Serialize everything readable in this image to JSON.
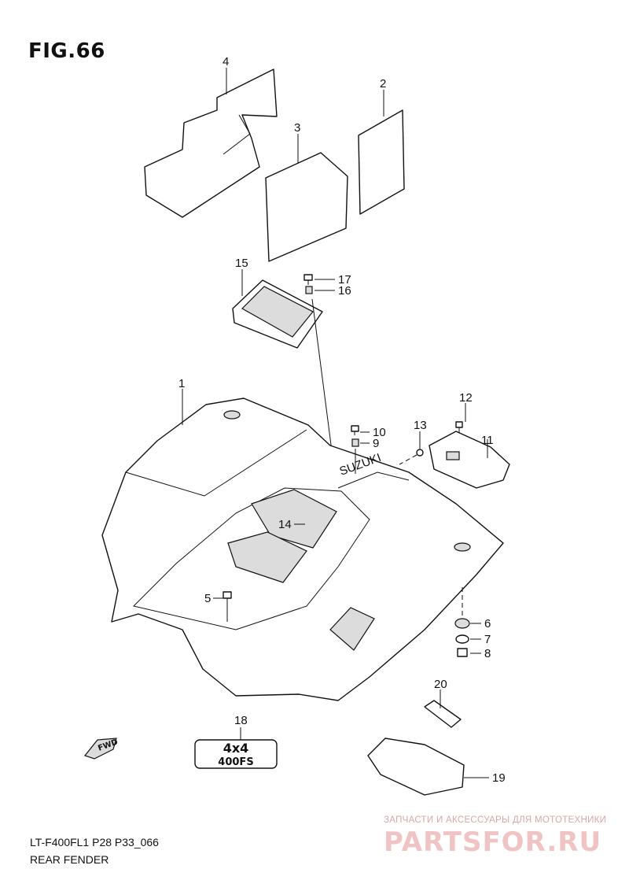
{
  "figure": {
    "title": "FIG.66"
  },
  "footer": {
    "model_code": "LT-F400FL1 P28 P33_066",
    "section_name": "REAR FENDER"
  },
  "watermark": {
    "tagline": "ЗАПЧАСТИ И АКСЕССУАРЫ ДЛЯ МОТОТЕХНИКИ",
    "brand": "PARTSFOR.RU"
  },
  "decals": {
    "fwd": "FWD",
    "emblem_line1": "4x4",
    "emblem_line2": "400FS",
    "logo": "SUZUKI"
  },
  "parts": [
    {
      "no": "1"
    },
    {
      "no": "2"
    },
    {
      "no": "3"
    },
    {
      "no": "4"
    },
    {
      "no": "5"
    },
    {
      "no": "6"
    },
    {
      "no": "7"
    },
    {
      "no": "8"
    },
    {
      "no": "9"
    },
    {
      "no": "10"
    },
    {
      "no": "11"
    },
    {
      "no": "12"
    },
    {
      "no": "13"
    },
    {
      "no": "14"
    },
    {
      "no": "15"
    },
    {
      "no": "16"
    },
    {
      "no": "17"
    },
    {
      "no": "18"
    },
    {
      "no": "19"
    },
    {
      "no": "20"
    }
  ]
}
